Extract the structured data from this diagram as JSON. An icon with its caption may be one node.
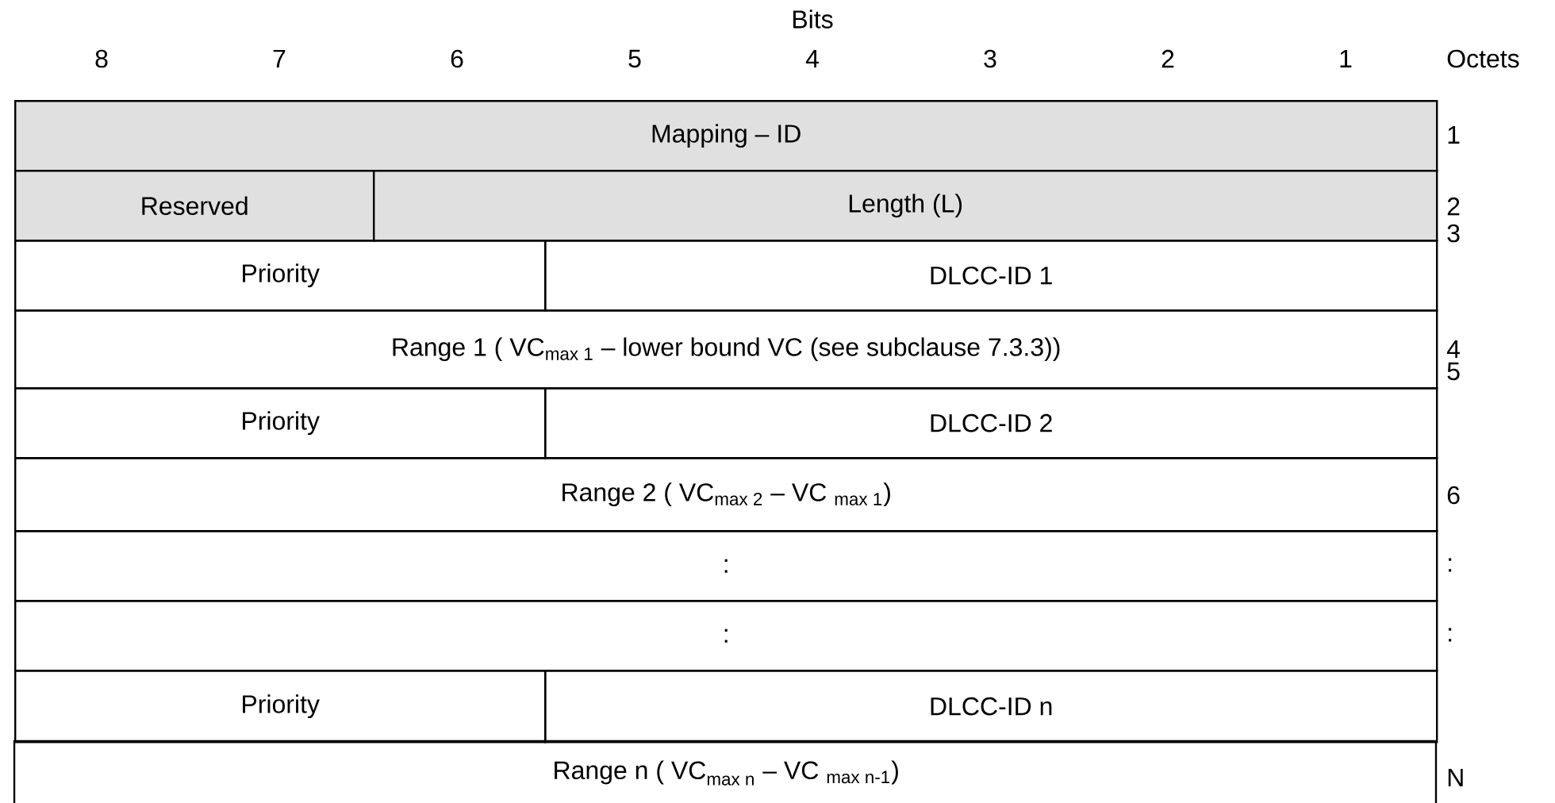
{
  "diagram": {
    "nodes": [
      {
        "text": [
          "Mapping – ID"
        ]
      },
      {
        "text": [
          "Reserved"
        ]
      },
      {
        "text": [
          "Length (L)"
        ]
      },
      {
        "text": [
          "Priority"
        ]
      },
      {
        "text": [
          "DLCC-ID 1"
        ]
      },
      {
        "text": [
          "Range 1 ( VC$_{max 1}$ – lower bound VC (see subclause 7.3.3))"
        ]
      },
      {
        "text": [
          "Priority"
        ]
      },
      {
        "text": [
          "DLCC-ID 2"
        ]
      },
      {
        "text": [
          "Range 2 ( VC$_{max 2}$ – VC $_{max 1}$)"
        ]
      },
      {
        "text": [
          ":"
        ]
      },
      {
        "text": [
          ":"
        ]
      },
      {
        "text": [
          "Priority"
        ]
      },
      {
        "text": [
          "DLCC-ID n"
        ]
      },
      {
        "text": [
          "\\text{Range n ( VC}_{\\text{max n}}\\text{ – VC }_{\\text{max n-1}}\\text{)}"
        ]
      }
    ],
    "labels": [
      "Bits",
      "8",
      "7",
      "6",
      "5",
      "4",
      "3",
      "2",
      "1",
      "Octets",
      "1",
      "2",
      "3",
      "4",
      "5",
      "6",
      ":",
      ":",
      "N"
    ]
  }
}
